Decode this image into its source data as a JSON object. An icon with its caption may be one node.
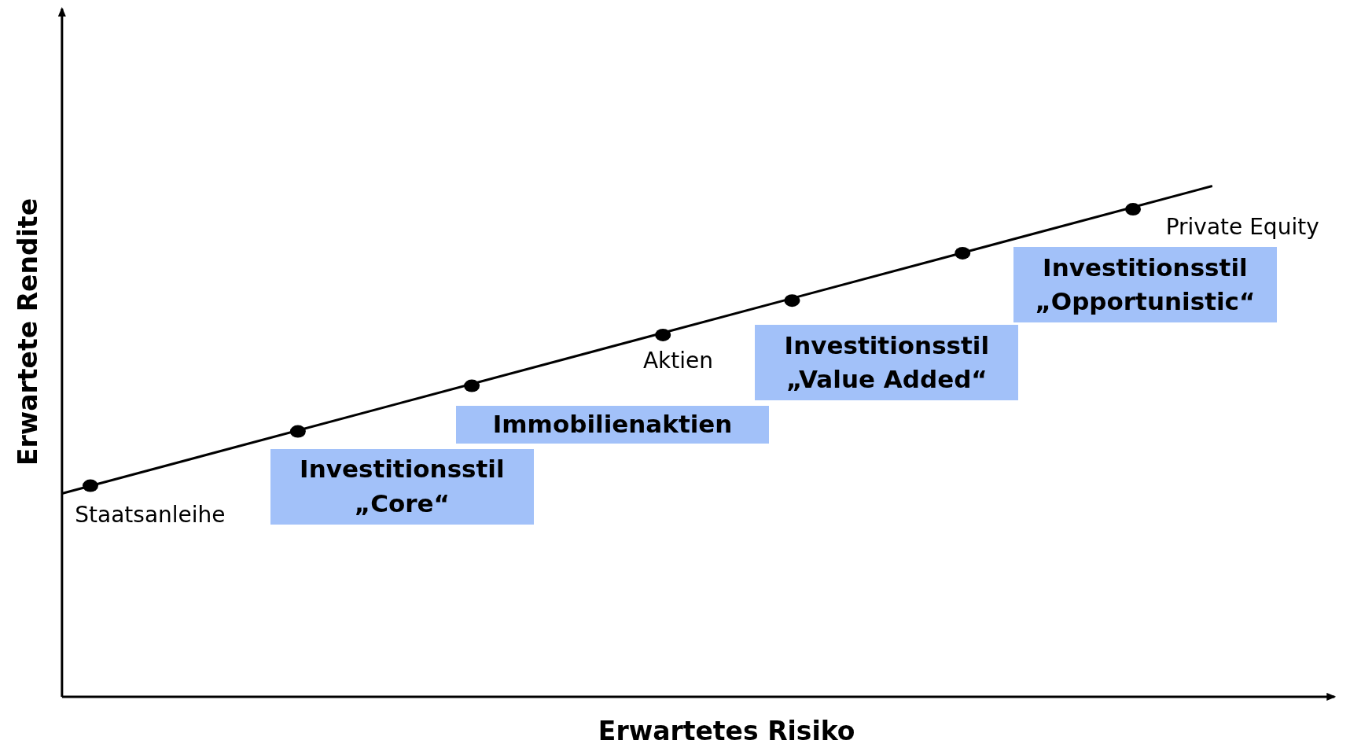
{
  "diagram": {
    "nodes": [
      {
        "text": [
          "Investitionsstil „Core“"
        ]
      },
      {
        "text": [
          "Immobilienaktien"
        ]
      },
      {
        "text": [
          "Investitionsstil „Value Added“"
        ]
      },
      {
        "text": [
          "Investitionsstil „Opportunistic“"
        ]
      }
    ],
    "labels": [
      "Private Equity",
      "Aktien",
      "Staatsanleihe",
      "Erwartete Rendite",
      "Erwartetes Risiko"
    ]
  }
}
